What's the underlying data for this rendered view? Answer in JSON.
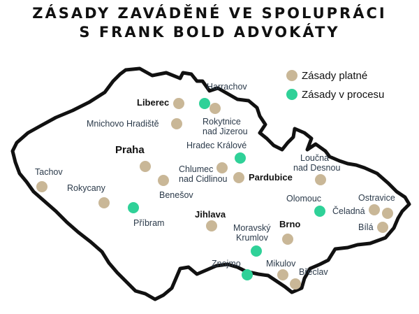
{
  "title": {
    "line1": "ZÁSADY ZAVÁDĚNÉ VE SPOLUPRÁCI",
    "line2": "S FRANK BOLD ADVOKÁTY"
  },
  "colors": {
    "platne": "#c9b797",
    "procesu": "#2fd198",
    "border": "#111111",
    "label": "#2b3a4a"
  },
  "legend": {
    "platne": "Zásady platné",
    "procesu": "Zásady v procesu"
  },
  "cities": [
    {
      "id": "liberec",
      "label_lines": [
        "Liberec"
      ],
      "status": "platne",
      "bold": true
    },
    {
      "id": "harrachov",
      "label_lines": [
        "Harrachov"
      ],
      "status": "procesu"
    },
    {
      "id": "rokytnice",
      "label_lines": [
        "Rokytnice",
        "nad Jizerou"
      ],
      "status": "platne"
    },
    {
      "id": "mnichovo",
      "label_lines": [
        "Mnichovo Hradiště"
      ],
      "status": "platne"
    },
    {
      "id": "praha",
      "label_lines": [
        "Praha"
      ],
      "status": "platne",
      "bold": true,
      "big": true
    },
    {
      "id": "hradec",
      "label_lines": [
        "Hradec Králové"
      ],
      "status": "procesu"
    },
    {
      "id": "chlumec",
      "label_lines": [
        "Chlumec",
        "nad Cidlinou"
      ],
      "status": "platne"
    },
    {
      "id": "pardubice",
      "label_lines": [
        "Pardubice"
      ],
      "status": "platne",
      "bold": true
    },
    {
      "id": "loucna",
      "label_lines": [
        "Loučná",
        "nad Desnou"
      ],
      "status": "platne"
    },
    {
      "id": "tachov",
      "label_lines": [
        "Tachov"
      ],
      "status": "platne"
    },
    {
      "id": "rokycany",
      "label_lines": [
        "Rokycany"
      ],
      "status": "platne"
    },
    {
      "id": "benesov",
      "label_lines": [
        "Benešov"
      ],
      "status": "platne"
    },
    {
      "id": "pribram",
      "label_lines": [
        "Příbram"
      ],
      "status": "procesu"
    },
    {
      "id": "jihlava",
      "label_lines": [
        "Jihlava"
      ],
      "status": "platne",
      "bold": true
    },
    {
      "id": "olomouc",
      "label_lines": [
        "Olomouc"
      ],
      "status": "procesu"
    },
    {
      "id": "ostravice",
      "label_lines": [
        "Ostravice"
      ],
      "status": "platne"
    },
    {
      "id": "celadna",
      "label_lines": [
        "Čeladná"
      ],
      "status": "platne"
    },
    {
      "id": "bila",
      "label_lines": [
        "Bílá"
      ],
      "status": "platne"
    },
    {
      "id": "brno",
      "label_lines": [
        "Brno"
      ],
      "status": "platne",
      "bold": true
    },
    {
      "id": "moravsky",
      "label_lines": [
        "Moravský",
        "Krumlov"
      ],
      "status": "procesu"
    },
    {
      "id": "znojmo",
      "label_lines": [
        "Znojmo"
      ],
      "status": "procesu"
    },
    {
      "id": "mikulov",
      "label_lines": [
        "Mikulov"
      ],
      "status": "platne"
    },
    {
      "id": "breclav",
      "label_lines": [
        "Břeclav"
      ],
      "status": "platne"
    }
  ]
}
